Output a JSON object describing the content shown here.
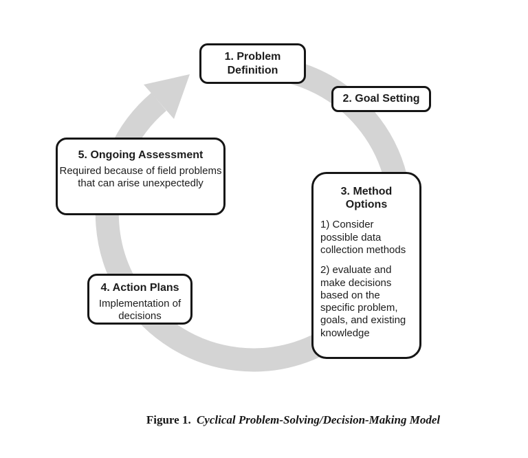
{
  "figure": {
    "arrow_color": "#d4d4d4",
    "nodes": [
      {
        "title": "1. Problem\nDefinition"
      },
      {
        "title": "2. Goal Setting"
      },
      {
        "title": "3. Method\nOptions",
        "body_1": "1) Consider possible data collection methods",
        "body_2": "2) evaluate and make decisions based on the specific problem, goals, and existing knowledge"
      },
      {
        "title": "4. Action Plans",
        "body": "Implementation of decisions"
      },
      {
        "title": "5. Ongoing Assessment",
        "body": "Required because of field problems that can arise unexpectedly"
      }
    ],
    "caption_label": "Figure 1.",
    "caption_title": "Cyclical Problem-Solving/Decision-Making Model"
  }
}
